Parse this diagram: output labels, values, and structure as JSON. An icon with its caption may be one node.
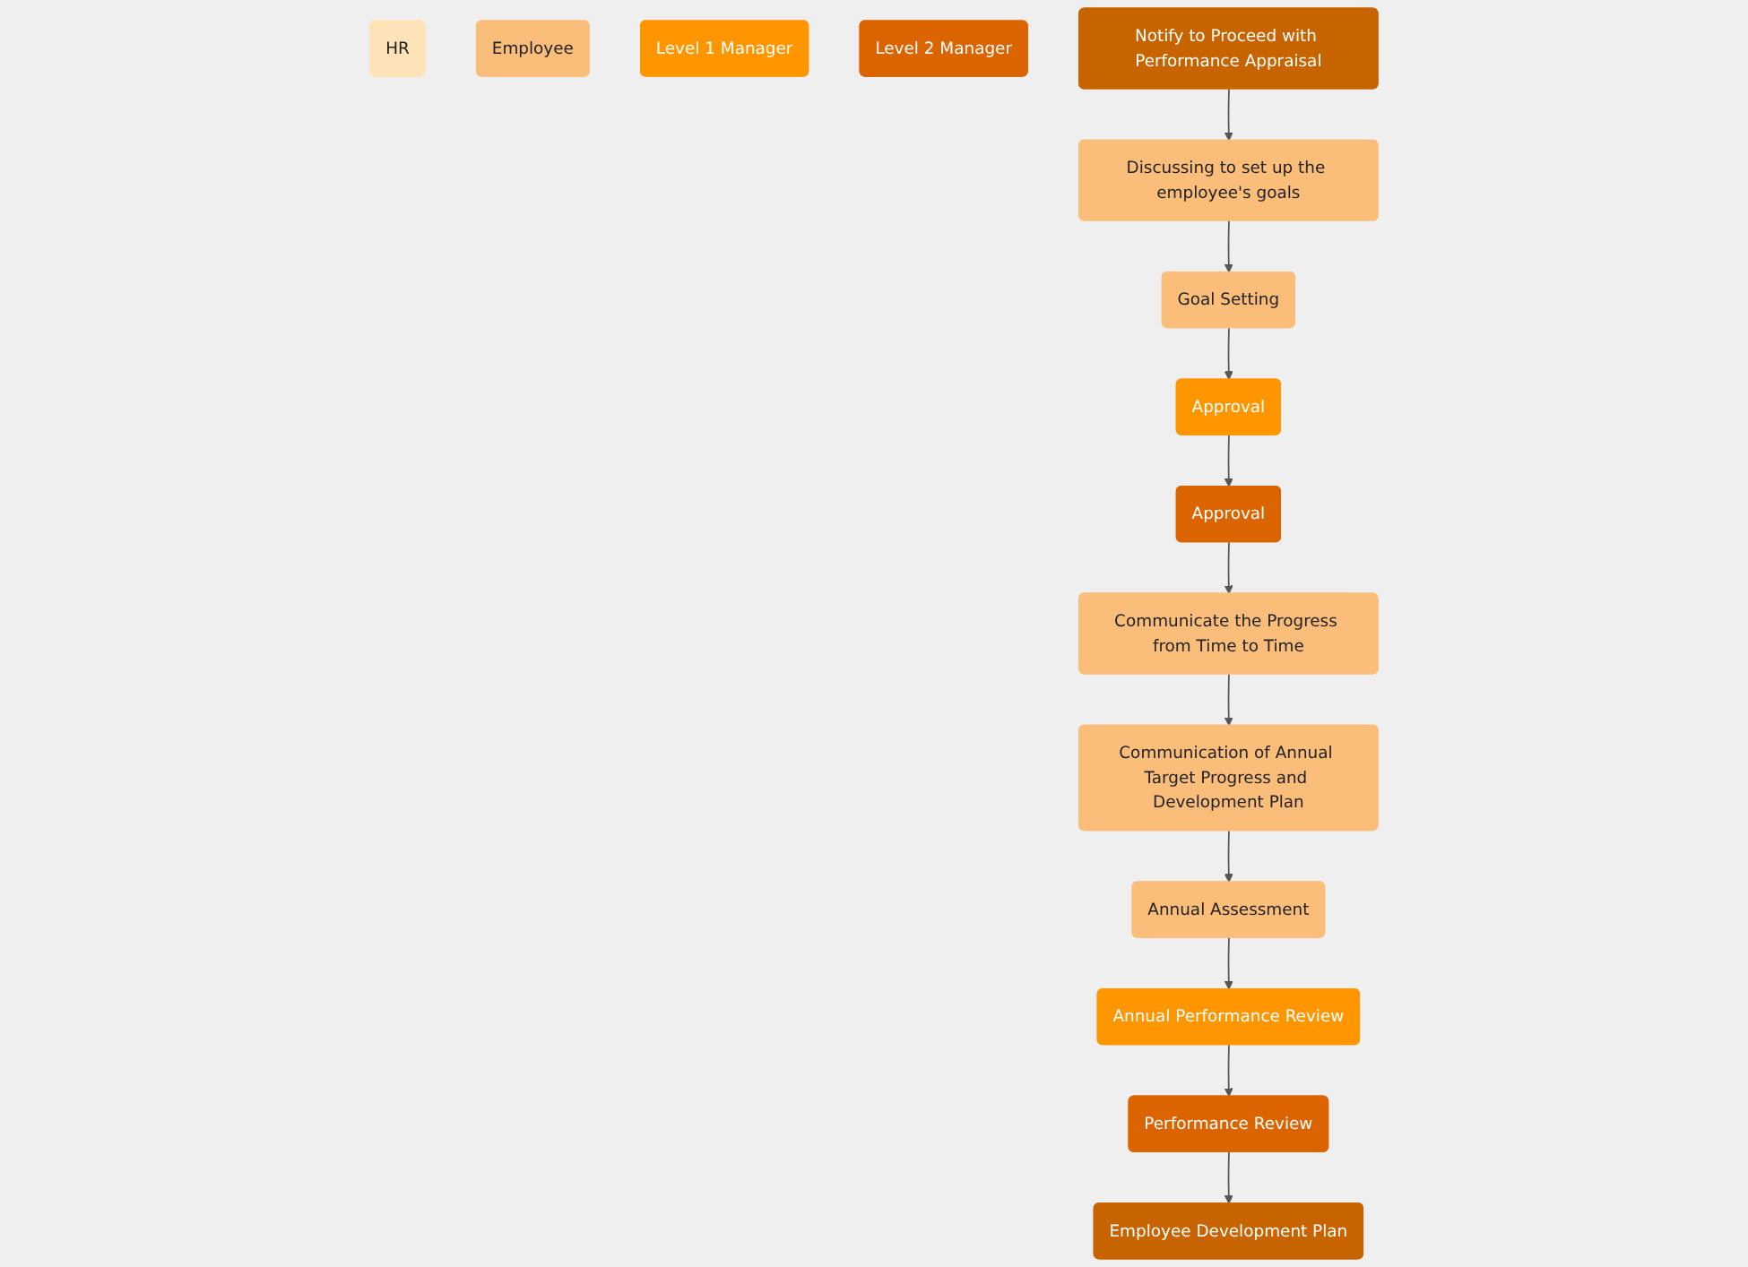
{
  "diagram": {
    "nodes": [
      {
        "text": [
          "HR"
        ]
      },
      {
        "text": [
          "Employee"
        ]
      },
      {
        "text": [
          "Level 1 Manager"
        ]
      },
      {
        "text": [
          "Level 2 Manager"
        ]
      },
      {
        "text": [
          "Notify to Proceed with Performance Appraisal"
        ]
      },
      {
        "text": [
          "Discussing to set up the employee's goals"
        ]
      },
      {
        "text": [
          "Goal Setting"
        ]
      },
      {
        "text": [
          "Approval"
        ]
      },
      {
        "text": [
          "Approval"
        ]
      },
      {
        "text": [
          "Communicate the Progress from Time to Time"
        ]
      },
      {
        "text": [
          "Communication of Annual Target Progress and Development Plan"
        ]
      },
      {
        "text": [
          "Annual Assessment"
        ]
      },
      {
        "text": [
          "Annual Performance Review"
        ]
      },
      {
        "text": [
          "Performance Review"
        ]
      },
      {
        "text": [
          "Employee Development Plan"
        ]
      }
    ],
    "edges": [
      {
        "from": 4,
        "to": 5,
        "arrow": "to"
      },
      {
        "from": 5,
        "to": 6,
        "arrow": "to"
      },
      {
        "from": 6,
        "to": 7,
        "arrow": "to"
      },
      {
        "from": 7,
        "to": 8,
        "arrow": "to"
      },
      {
        "from": 8,
        "to": 9,
        "arrow": "to"
      },
      {
        "from": 9,
        "to": 10,
        "arrow": "to"
      },
      {
        "from": 10,
        "to": 11,
        "arrow": "to"
      },
      {
        "from": 11,
        "to": 12,
        "arrow": "to"
      },
      {
        "from": 12,
        "to": 13,
        "arrow": "to"
      },
      {
        "from": 13,
        "to": 14,
        "arrow": "to"
      }
    ]
  }
}
